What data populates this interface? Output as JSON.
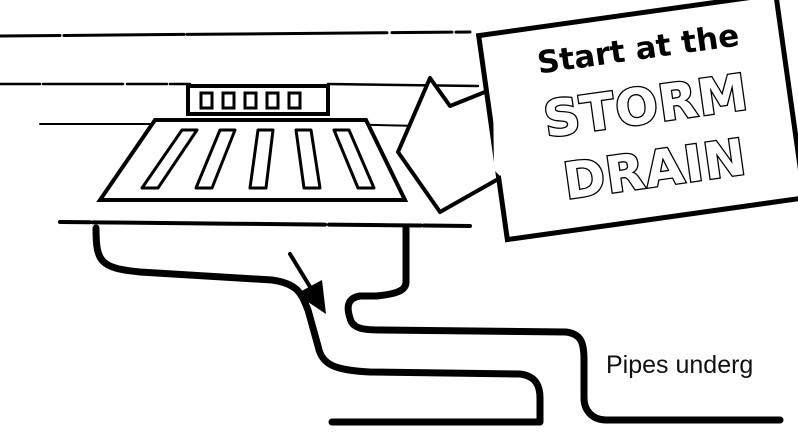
{
  "callout": {
    "line1": "Start at the",
    "line2": "STORM",
    "line3": "DRAIN"
  },
  "pipes_label": "Pipes underg",
  "colors": {
    "ink": "#000000",
    "paper": "#ffffff"
  }
}
